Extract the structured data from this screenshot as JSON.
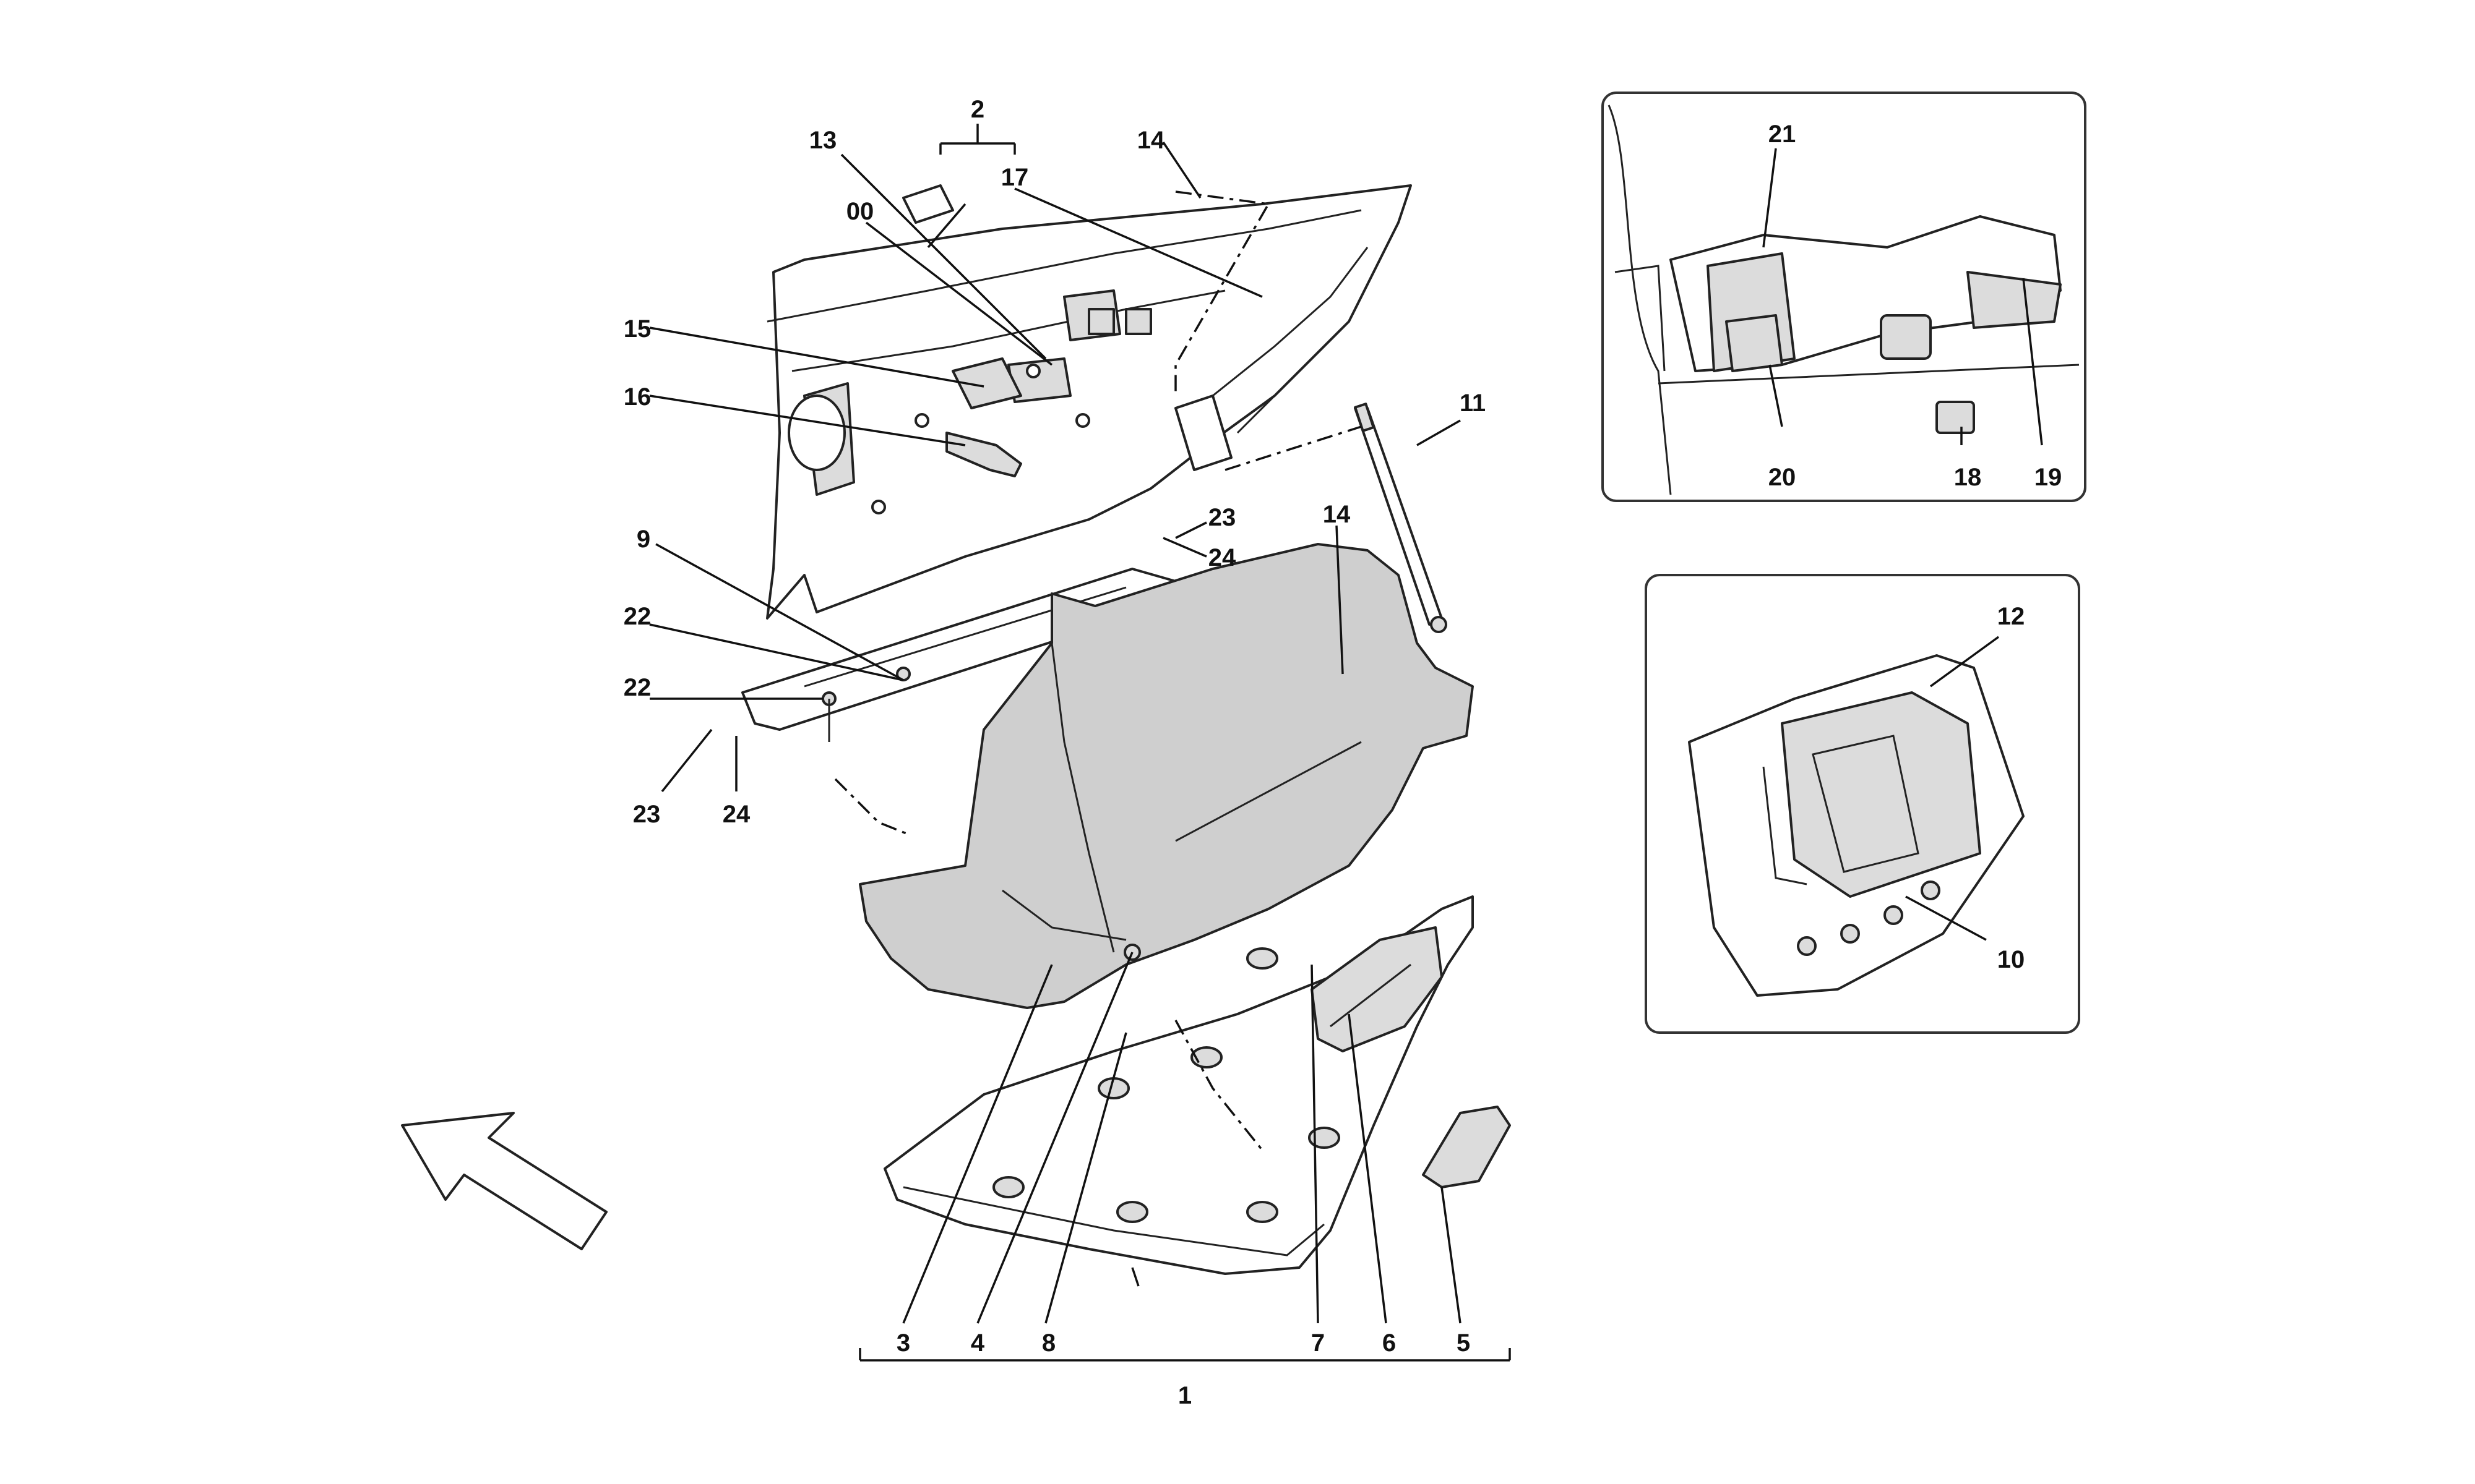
{
  "diagram": {
    "callouts": {
      "c_00": "00",
      "c_1": "1",
      "c_2": "2",
      "c_3": "3",
      "c_4": "4",
      "c_5": "5",
      "c_6": "6",
      "c_7": "7",
      "c_8": "8",
      "c_9": "9",
      "c_10": "10",
      "c_11": "11",
      "c_12": "12",
      "c_13": "13",
      "c_14a": "14",
      "c_14b": "14",
      "c_15": "15",
      "c_16": "16",
      "c_17": "17",
      "c_18": "18",
      "c_19": "19",
      "c_20": "20",
      "c_21": "21",
      "c_22a": "22",
      "c_22b": "22",
      "c_23a": "23",
      "c_23b": "23",
      "c_24a": "24",
      "c_24b": "24"
    },
    "icons": {
      "direction_arrow": "direction-arrow-icon"
    }
  }
}
